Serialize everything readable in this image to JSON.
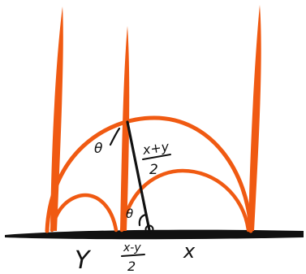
{
  "labels": {
    "y": "Y",
    "x": "x",
    "half_diff_num": "x-y",
    "half_diff_den": "2",
    "half_sum_num": "x+y",
    "half_sum_den": "2",
    "theta_upper": "θ",
    "theta_lower": "θ"
  },
  "colors": {
    "stroke_orange": "#f05a12",
    "ink_black": "#111111"
  }
}
